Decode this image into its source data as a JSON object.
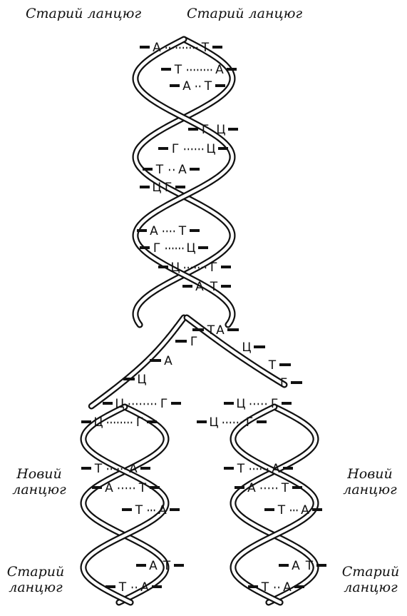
{
  "labels": {
    "old_top_left": "Старий ланцюг",
    "old_top_right": "Старий ланцюг",
    "new_left": [
      "Новий",
      "ланцюг"
    ],
    "new_right": [
      "Новий",
      "ланцюг"
    ],
    "old_bottom_left": [
      "Старий",
      "ланцюг"
    ],
    "old_bottom_right": [
      "Старий",
      "ланцюг"
    ]
  },
  "base_pairs": {
    "parent": [
      [
        "А",
        "Т"
      ],
      [
        "Т",
        "А"
      ],
      [
        "А",
        "Т"
      ],
      [
        "Г",
        "Ц"
      ],
      [
        "Г",
        "Ц"
      ],
      [
        "Т",
        "А"
      ],
      [
        "Ц",
        "Г"
      ],
      [
        "А",
        "Т"
      ],
      [
        "Г",
        "Ц"
      ],
      [
        "Ц",
        "Г"
      ],
      [
        "А",
        "Т"
      ]
    ],
    "fork_left": [
      "Г",
      "А",
      "Ц"
    ],
    "fork_right": [
      "Ц",
      "Т",
      "Г"
    ],
    "fork_bottom": [
      [
        "Ц",
        "Г"
      ],
      [
        "Ц",
        "Г"
      ]
    ],
    "fork_junction": [
      "Т",
      "А"
    ],
    "daughter_left": [
      [
        "Т",
        "А"
      ],
      [
        "А",
        "Т"
      ],
      [
        "Т",
        "А"
      ],
      [
        "А",
        "Т"
      ],
      [
        "Т",
        "А"
      ]
    ],
    "daughter_right": [
      [
        "Т",
        "А"
      ],
      [
        "А",
        "Т"
      ],
      [
        "Т",
        "А"
      ],
      [
        "А",
        "Т"
      ],
      [
        "Т",
        "А"
      ]
    ],
    "daughter_right_top": [
      [
        "Ц",
        "Г"
      ],
      [
        "Ц",
        "Г"
      ]
    ]
  }
}
